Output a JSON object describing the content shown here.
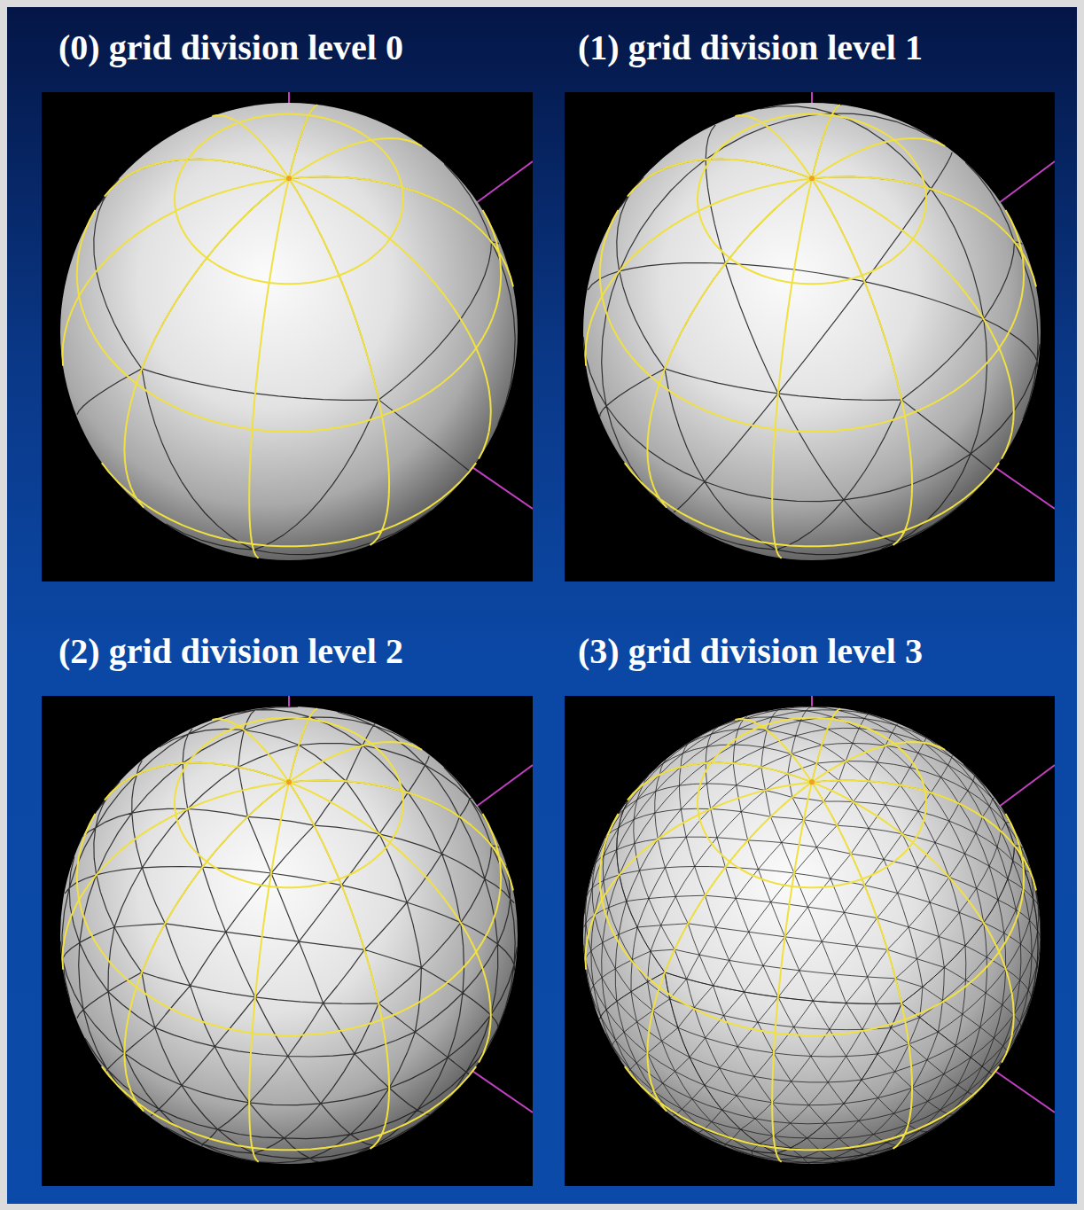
{
  "diagram": {
    "labels": [
      "(0) grid division level 0",
      "(1) grid division level 1",
      "(2) grid division level 2",
      "(3) grid division level 3"
    ]
  }
}
